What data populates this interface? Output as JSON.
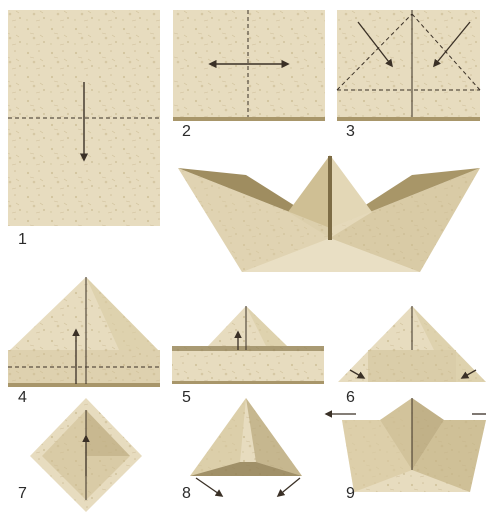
{
  "steps": [
    {
      "label": "1"
    },
    {
      "label": "2"
    },
    {
      "label": "3"
    },
    {
      "label": "4"
    },
    {
      "label": "5"
    },
    {
      "label": "6"
    },
    {
      "label": "7"
    },
    {
      "label": "8"
    },
    {
      "label": "9"
    }
  ],
  "colors": {
    "paper": "#e7dcbf",
    "paper_light": "#efe6cd",
    "paper_mid": "#d8c9a1",
    "paper_dark": "#b8a67a",
    "paper_shadow": "#8e7d52",
    "line": "#3a3026"
  }
}
